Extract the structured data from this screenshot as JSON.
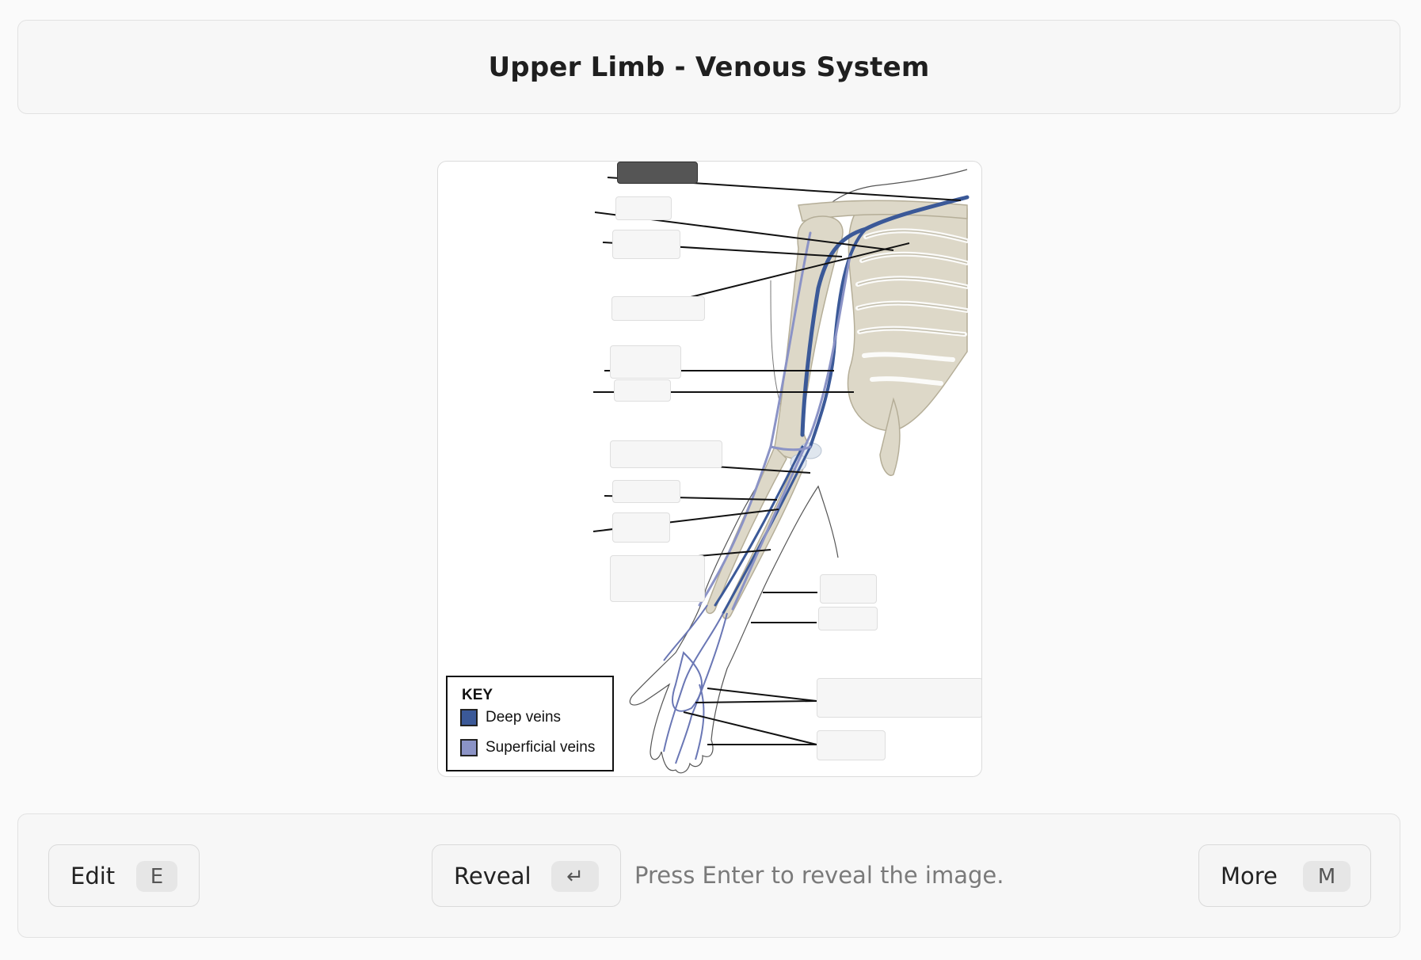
{
  "header": {
    "title": "Upper Limb - Venous System"
  },
  "key": {
    "title": "KEY",
    "items": [
      {
        "label": "Deep veins",
        "color": "#3b5998"
      },
      {
        "label": "Superficial veins",
        "color": "#8b93c6"
      }
    ]
  },
  "footer": {
    "edit_label": "Edit",
    "edit_key": "E",
    "reveal_label": "Reveal",
    "reveal_key": "↵",
    "hint": "Press Enter to reveal the image.",
    "more_label": "More",
    "more_key": "M"
  },
  "colors": {
    "deep_vein": "#3b5998",
    "superficial_vein": "#8b93c6",
    "bone": "#ddd8c8",
    "active_label": "#555555"
  }
}
